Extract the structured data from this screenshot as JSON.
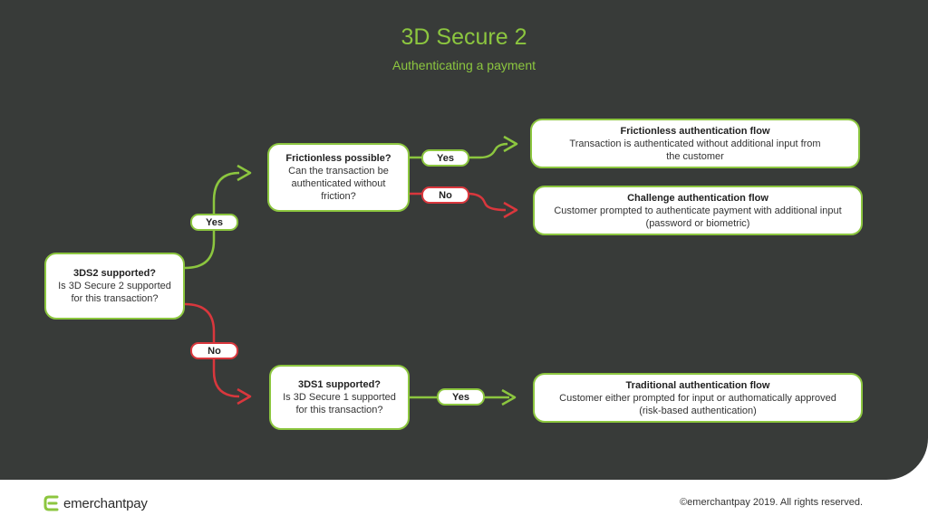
{
  "header": {
    "title": "3D Secure 2",
    "subtitle": "Authenticating a payment"
  },
  "nodes": {
    "start": {
      "head": "3DS2 supported?",
      "body": "Is 3D Secure 2 supported\nfor this transaction?"
    },
    "frictionless_possible": {
      "head": "Frictionless possible?",
      "body": "Can the transaction be\nauthenticated without\nfriction?"
    },
    "threeds1": {
      "head": "3DS1 supported?",
      "body": "Is 3D Secure 1 supported\nfor this transaction?"
    },
    "frictionless_flow": {
      "head": "Frictionless authentication flow",
      "body": "Transaction is authenticated without additional input from\nthe customer"
    },
    "challenge_flow": {
      "head": "Challenge authentication flow",
      "body": "Customer prompted to authenticate payment with additional input\n(password or biometric)"
    },
    "traditional_flow": {
      "head": "Traditional authentication flow",
      "body": "Customer either prompted for input or authomatically approved\n(risk-based authentication)"
    }
  },
  "edges": {
    "yes_label": "Yes",
    "no_label": "No"
  },
  "colors": {
    "background": "#383b39",
    "accent_green": "#8cc63f",
    "accent_red": "#d9373d"
  },
  "footer": {
    "logo_text": "emerchantpay",
    "copyright": "©emerchantpay 2019. All rights reserved."
  }
}
